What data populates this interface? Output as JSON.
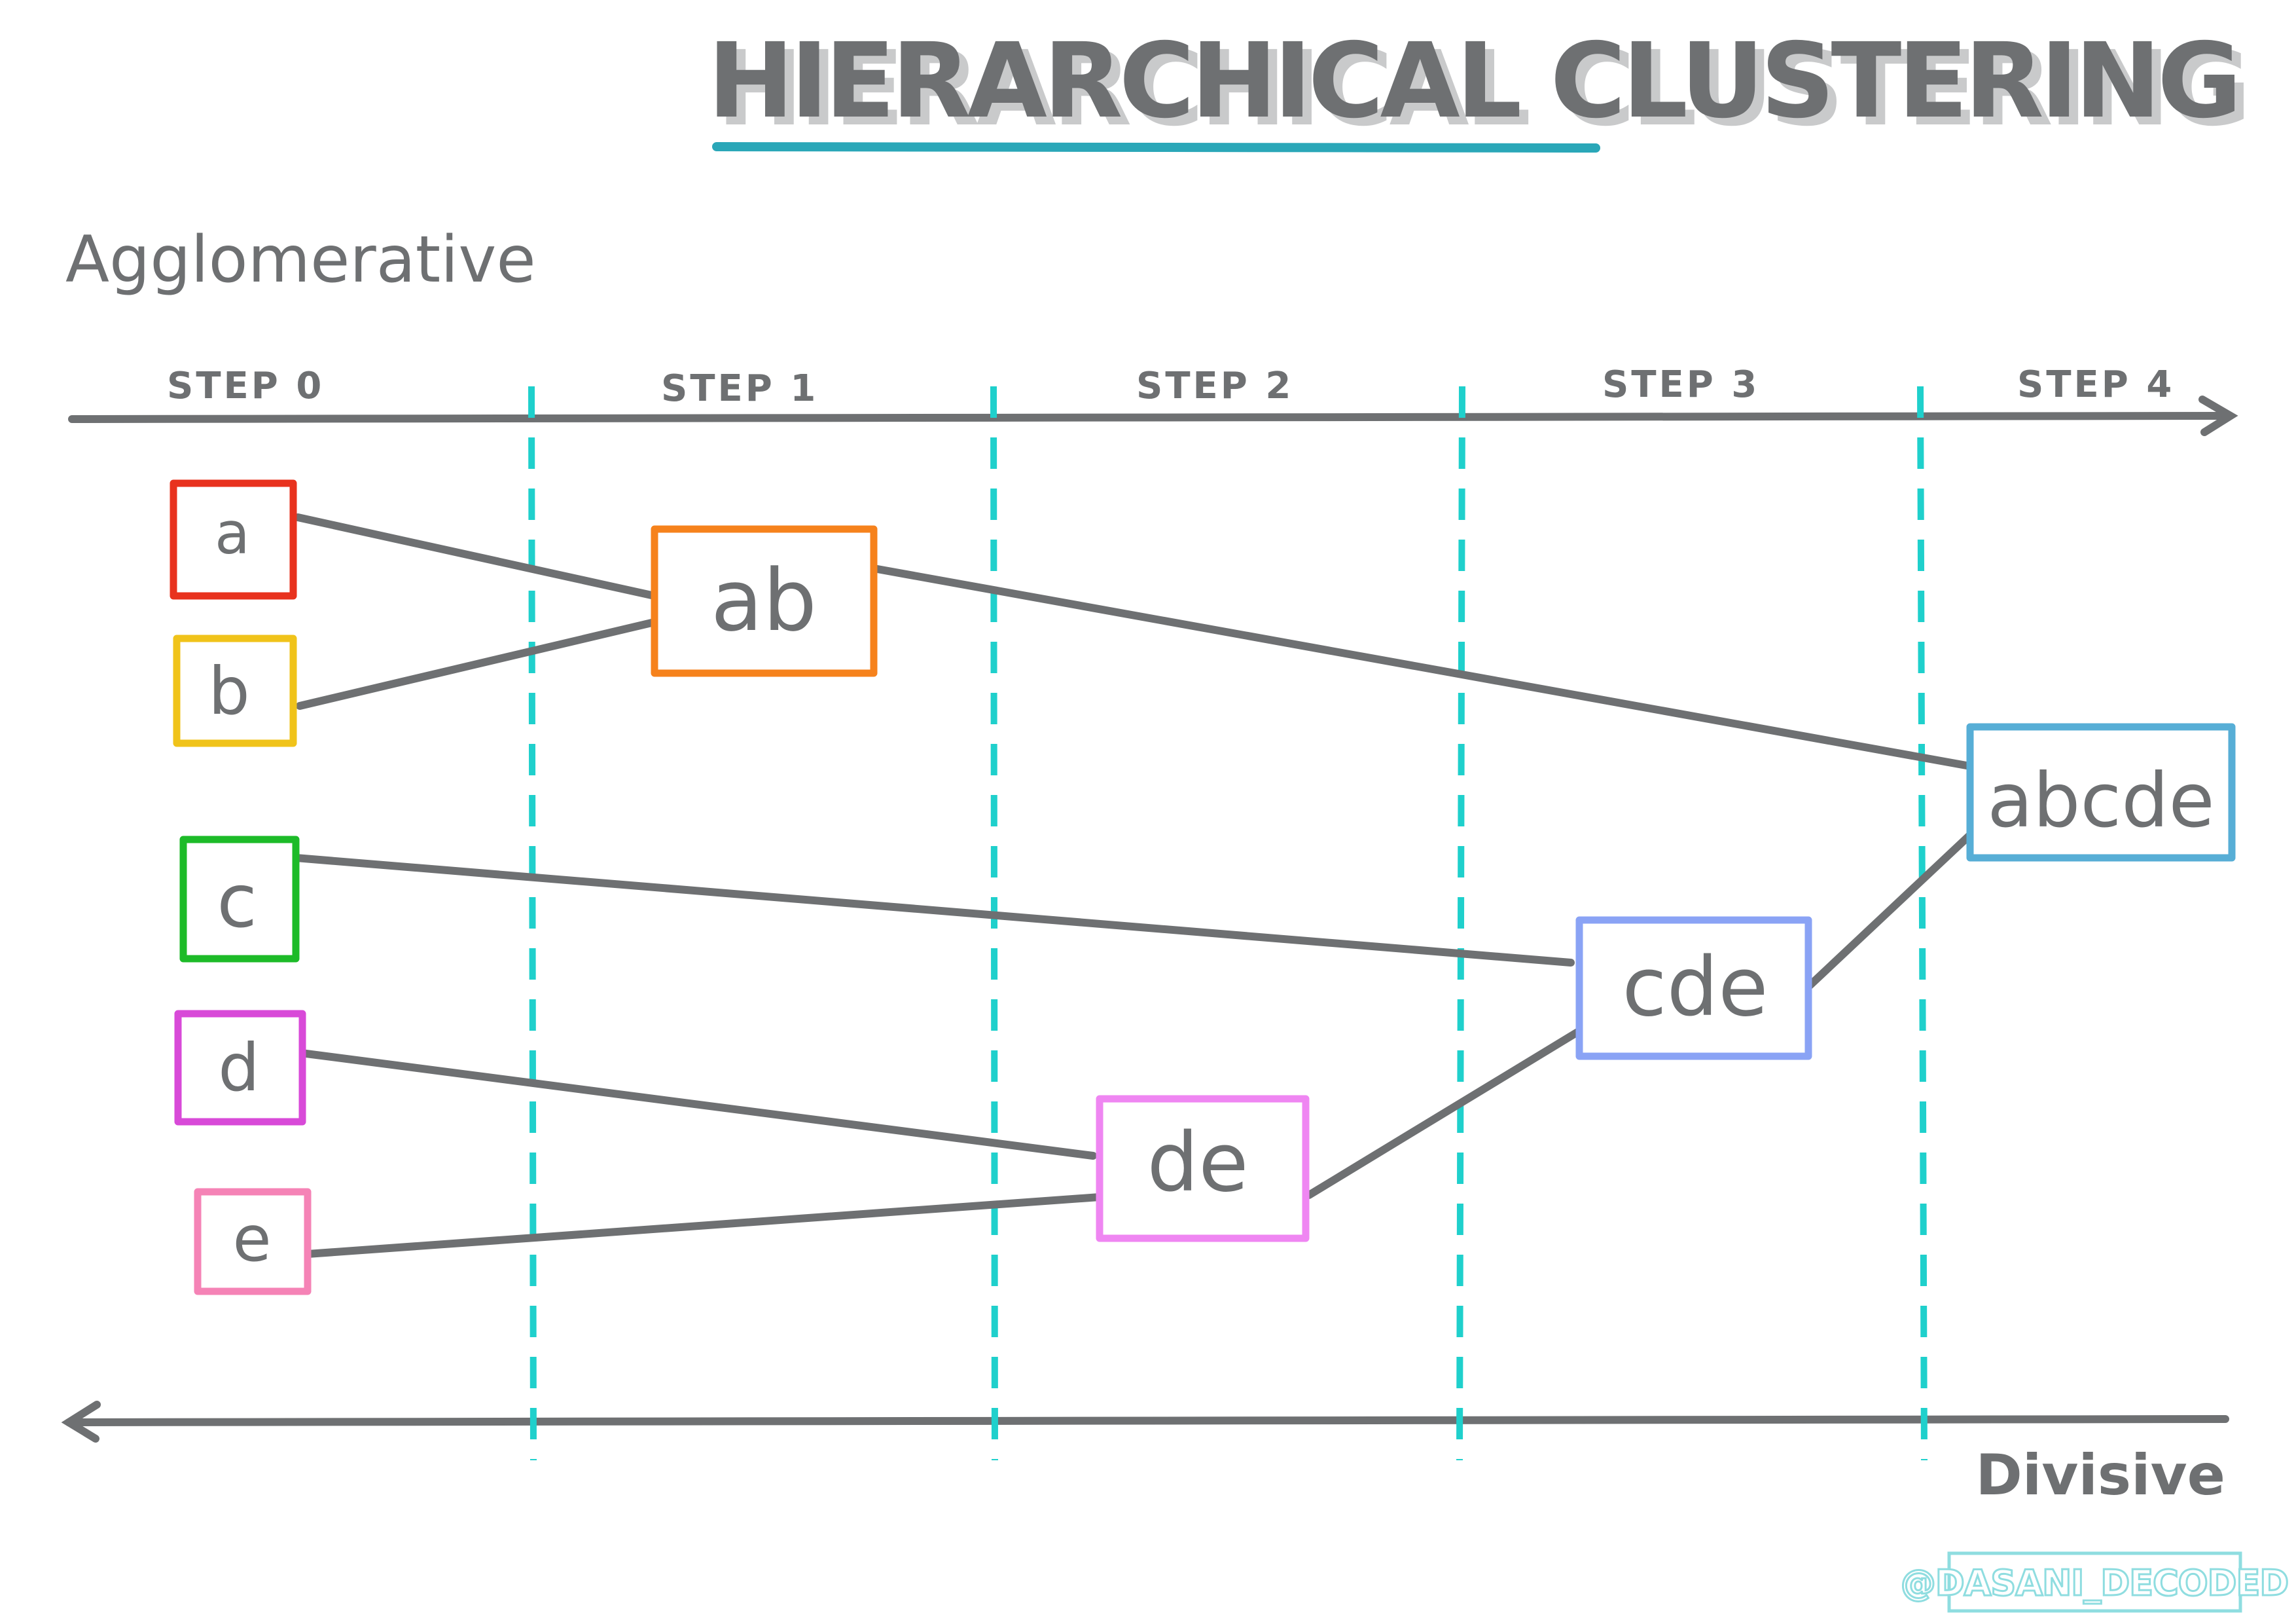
{
  "title": "HIERARCHICAL CLUSTERING",
  "agglomerative_label": "Agglomerative",
  "divisive_label": "Divisive",
  "steps": [
    "STEP 0",
    "STEP 1",
    "STEP 2",
    "STEP 3",
    "STEP 4"
  ],
  "nodes": {
    "a": "a",
    "b": "b",
    "c": "c",
    "d": "d",
    "e": "e",
    "ab": "ab",
    "de": "de",
    "cde": "cde",
    "abcde": "abcde"
  },
  "watermark": "@DASANI_DECODED",
  "colors": {
    "ink": "#6e7072",
    "title_underline": "#2aa7b8",
    "step_divider": "#1fd0cc",
    "node_a": "#e8321e",
    "node_b": "#f0c31a",
    "node_c": "#1dbb28",
    "node_d": "#d84ad8",
    "node_e": "#f583b6",
    "node_ab": "#f6821c",
    "node_de": "#ef86f2",
    "node_cde": "#8aa3f5",
    "node_abcde": "#57aed6",
    "watermark": "#8fdde0"
  }
}
